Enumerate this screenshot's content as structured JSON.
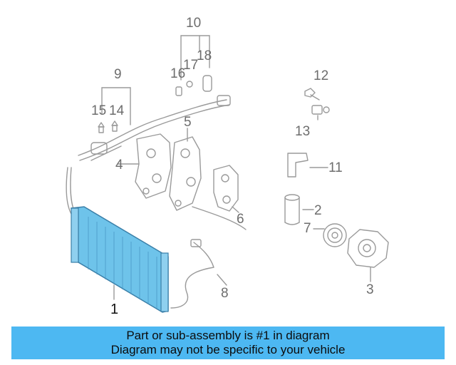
{
  "callouts": {
    "c1": "1",
    "c2": "2",
    "c3": "3",
    "c4": "4",
    "c5": "5",
    "c6": "6",
    "c7": "7",
    "c8": "8",
    "c9": "9",
    "c10": "10",
    "c11": "11",
    "c12": "12",
    "c13": "13",
    "c14": "14",
    "c15": "15",
    "c16": "16",
    "c17": "17",
    "c18": "18"
  },
  "banner": {
    "line1": "Part or sub-assembly is #1 in diagram",
    "line2": "Diagram may not be specific to your vehicle"
  },
  "colors": {
    "highlight": "#4db8f2",
    "condenser_fill": "#6ec3ea",
    "linework": "#9a9a9a"
  }
}
